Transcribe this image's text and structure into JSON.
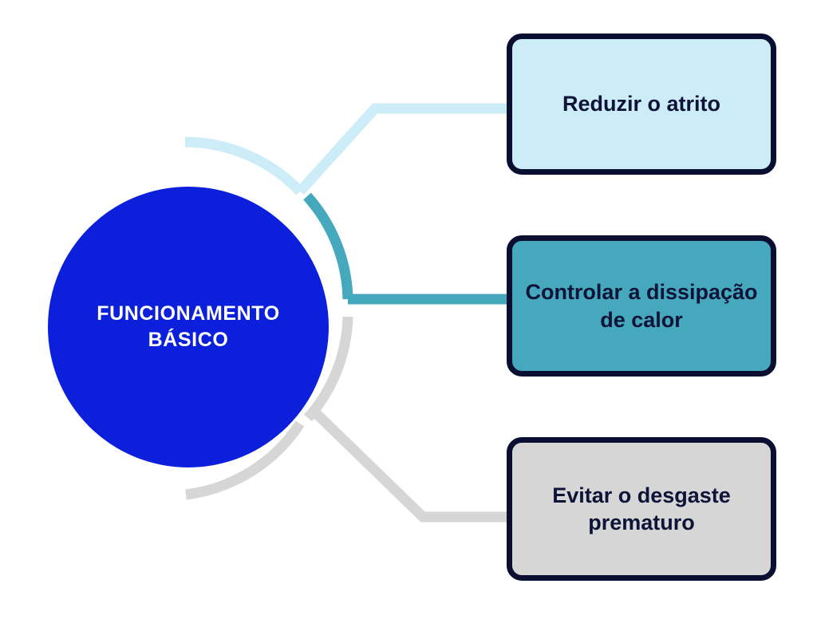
{
  "diagram": {
    "type": "hub-and-spoke",
    "title": "FUNCIONAMENTO BÁSICO",
    "language": "pt-BR",
    "hub": {
      "label": "FUNCIONAMENTO BÁSICO",
      "fill_color": "#0C20DC",
      "text_color": "#FFFFFF"
    },
    "branches": [
      {
        "id": "reduzir-o-atrito",
        "label": "Reduzir o atrito",
        "fill_color": "#CCEDF7",
        "border_color": "#0A0F32",
        "text_color": "#0E1338",
        "connector_color": "#CCEDF7"
      },
      {
        "id": "controlar-a-dissipacao-de-calor",
        "label": "Controlar a dissipação de calor",
        "fill_color": "#45A8BC",
        "border_color": "#0A0F32",
        "text_color": "#0E1338",
        "connector_color": "#45A8BC"
      },
      {
        "id": "evitar-o-desgaste-prematuro",
        "label": "Evitar o desgaste prematuro",
        "fill_color": "#D6D6D6",
        "border_color": "#0A0F32",
        "text_color": "#0E1338",
        "connector_color": "#D6D6D6"
      }
    ],
    "background_color": "#FFFFFF"
  }
}
